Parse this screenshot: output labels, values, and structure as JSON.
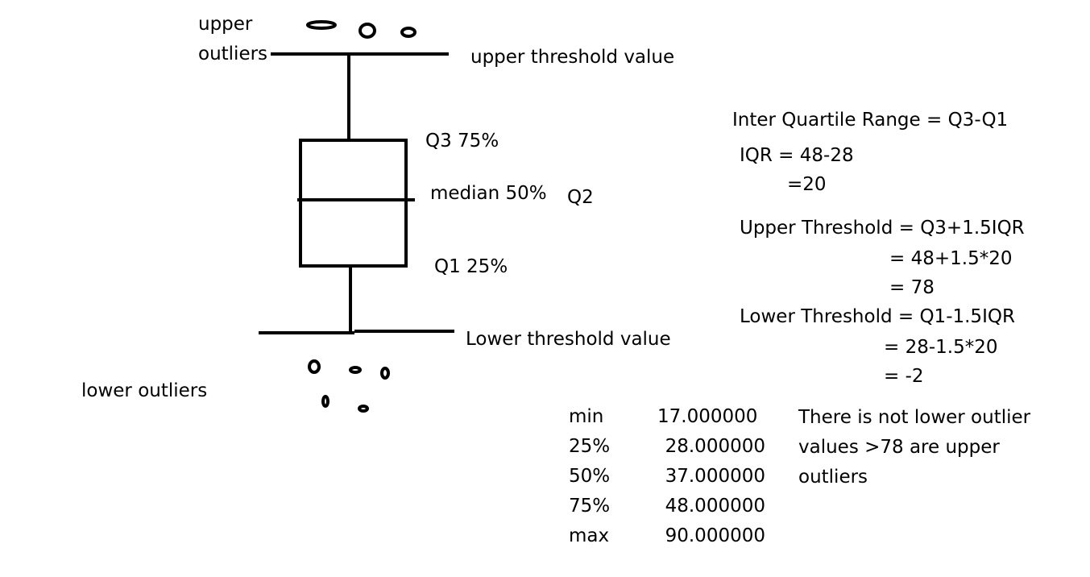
{
  "diagram": {
    "labels": {
      "upper_outliers_1": "upper",
      "upper_outliers_2": "outliers",
      "upper_threshold": "upper threshold value",
      "q3": "Q3 75%",
      "median": "median 50%",
      "q2": "Q2",
      "q1": "Q1 25%",
      "lower_threshold": "Lower threshold value",
      "lower_outliers": "lower outliers"
    },
    "formulas": {
      "iqr_def": "Inter Quartile Range = Q3-Q1",
      "iqr_calc": "IQR = 48-28",
      "iqr_result": "=20",
      "upper_def": "Upper Threshold = Q3+1.5IQR",
      "upper_calc": "= 48+1.5*20",
      "upper_result": "= 78",
      "lower_def": "Lower Threshold = Q1-1.5IQR",
      "lower_calc": "= 28-1.5*20",
      "lower_result": "= -2"
    },
    "stats": [
      {
        "label": "min",
        "value": "17.000000"
      },
      {
        "label": "25%",
        "value": "28.000000"
      },
      {
        "label": "50%",
        "value": "37.000000"
      },
      {
        "label": "75%",
        "value": "48.000000"
      },
      {
        "label": "max",
        "value": "90.000000"
      }
    ],
    "notes": {
      "line1": "There is not lower outlier",
      "line2": "values >78 are upper",
      "line3": "outliers"
    }
  }
}
